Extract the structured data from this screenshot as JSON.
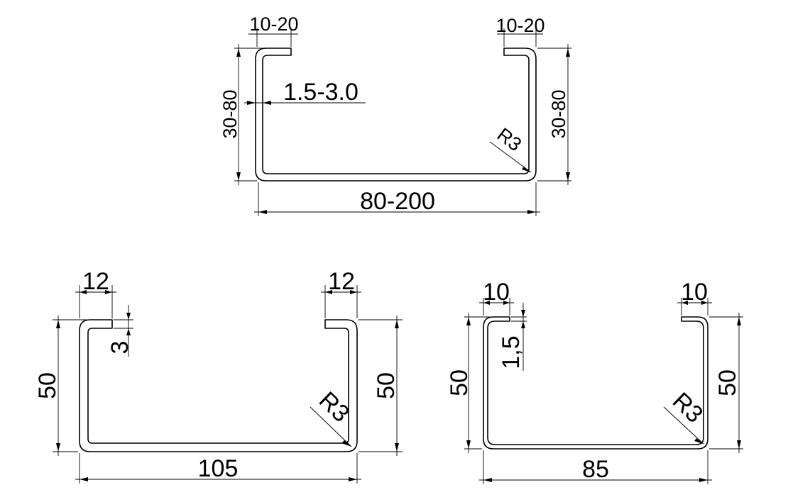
{
  "drawings": [
    {
      "id": "top",
      "width": "80-200",
      "height_left": "30-80",
      "height_right": "30-80",
      "lip_left": "10-20",
      "lip_right": "10-20",
      "thickness": "1.5-3.0",
      "radius": "R3"
    },
    {
      "id": "bottom-left",
      "width": "105",
      "height_left": "50",
      "height_right": "50",
      "lip_left": "12",
      "lip_right": "12",
      "thickness": "3",
      "radius": "R3"
    },
    {
      "id": "bottom-right",
      "width": "85",
      "height_left": "50",
      "height_right": "50",
      "lip_left": "10",
      "lip_right": "10",
      "thickness": "1,5",
      "radius": "R3"
    }
  ]
}
